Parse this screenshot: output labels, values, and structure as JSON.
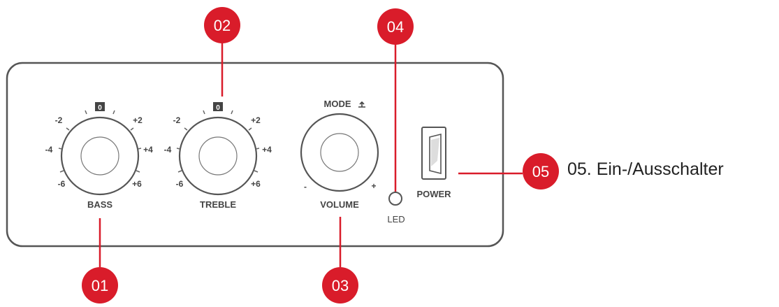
{
  "colors": {
    "callout": "#d91c2a",
    "line": "#555555",
    "text": "#444444"
  },
  "knobs": [
    {
      "label": "BASS",
      "center": "0",
      "left_ticks": [
        "-2",
        "-4",
        "-6"
      ],
      "right_ticks": [
        "+2",
        "+4",
        "+6"
      ]
    },
    {
      "label": "TREBLE",
      "center": "0",
      "left_ticks": [
        "-2",
        "-4",
        "-6"
      ],
      "right_ticks": [
        "+2",
        "+4",
        "+6"
      ]
    }
  ],
  "volume": {
    "label": "VOLUME",
    "mode_label": "MODE",
    "minus": "-",
    "plus": "+"
  },
  "led": {
    "label": "LED"
  },
  "power": {
    "label": "POWER"
  },
  "callouts": [
    {
      "number": "01"
    },
    {
      "number": "02"
    },
    {
      "number": "03"
    },
    {
      "number": "04"
    },
    {
      "number": "05",
      "text": "05. Ein-/Ausschalter"
    }
  ]
}
